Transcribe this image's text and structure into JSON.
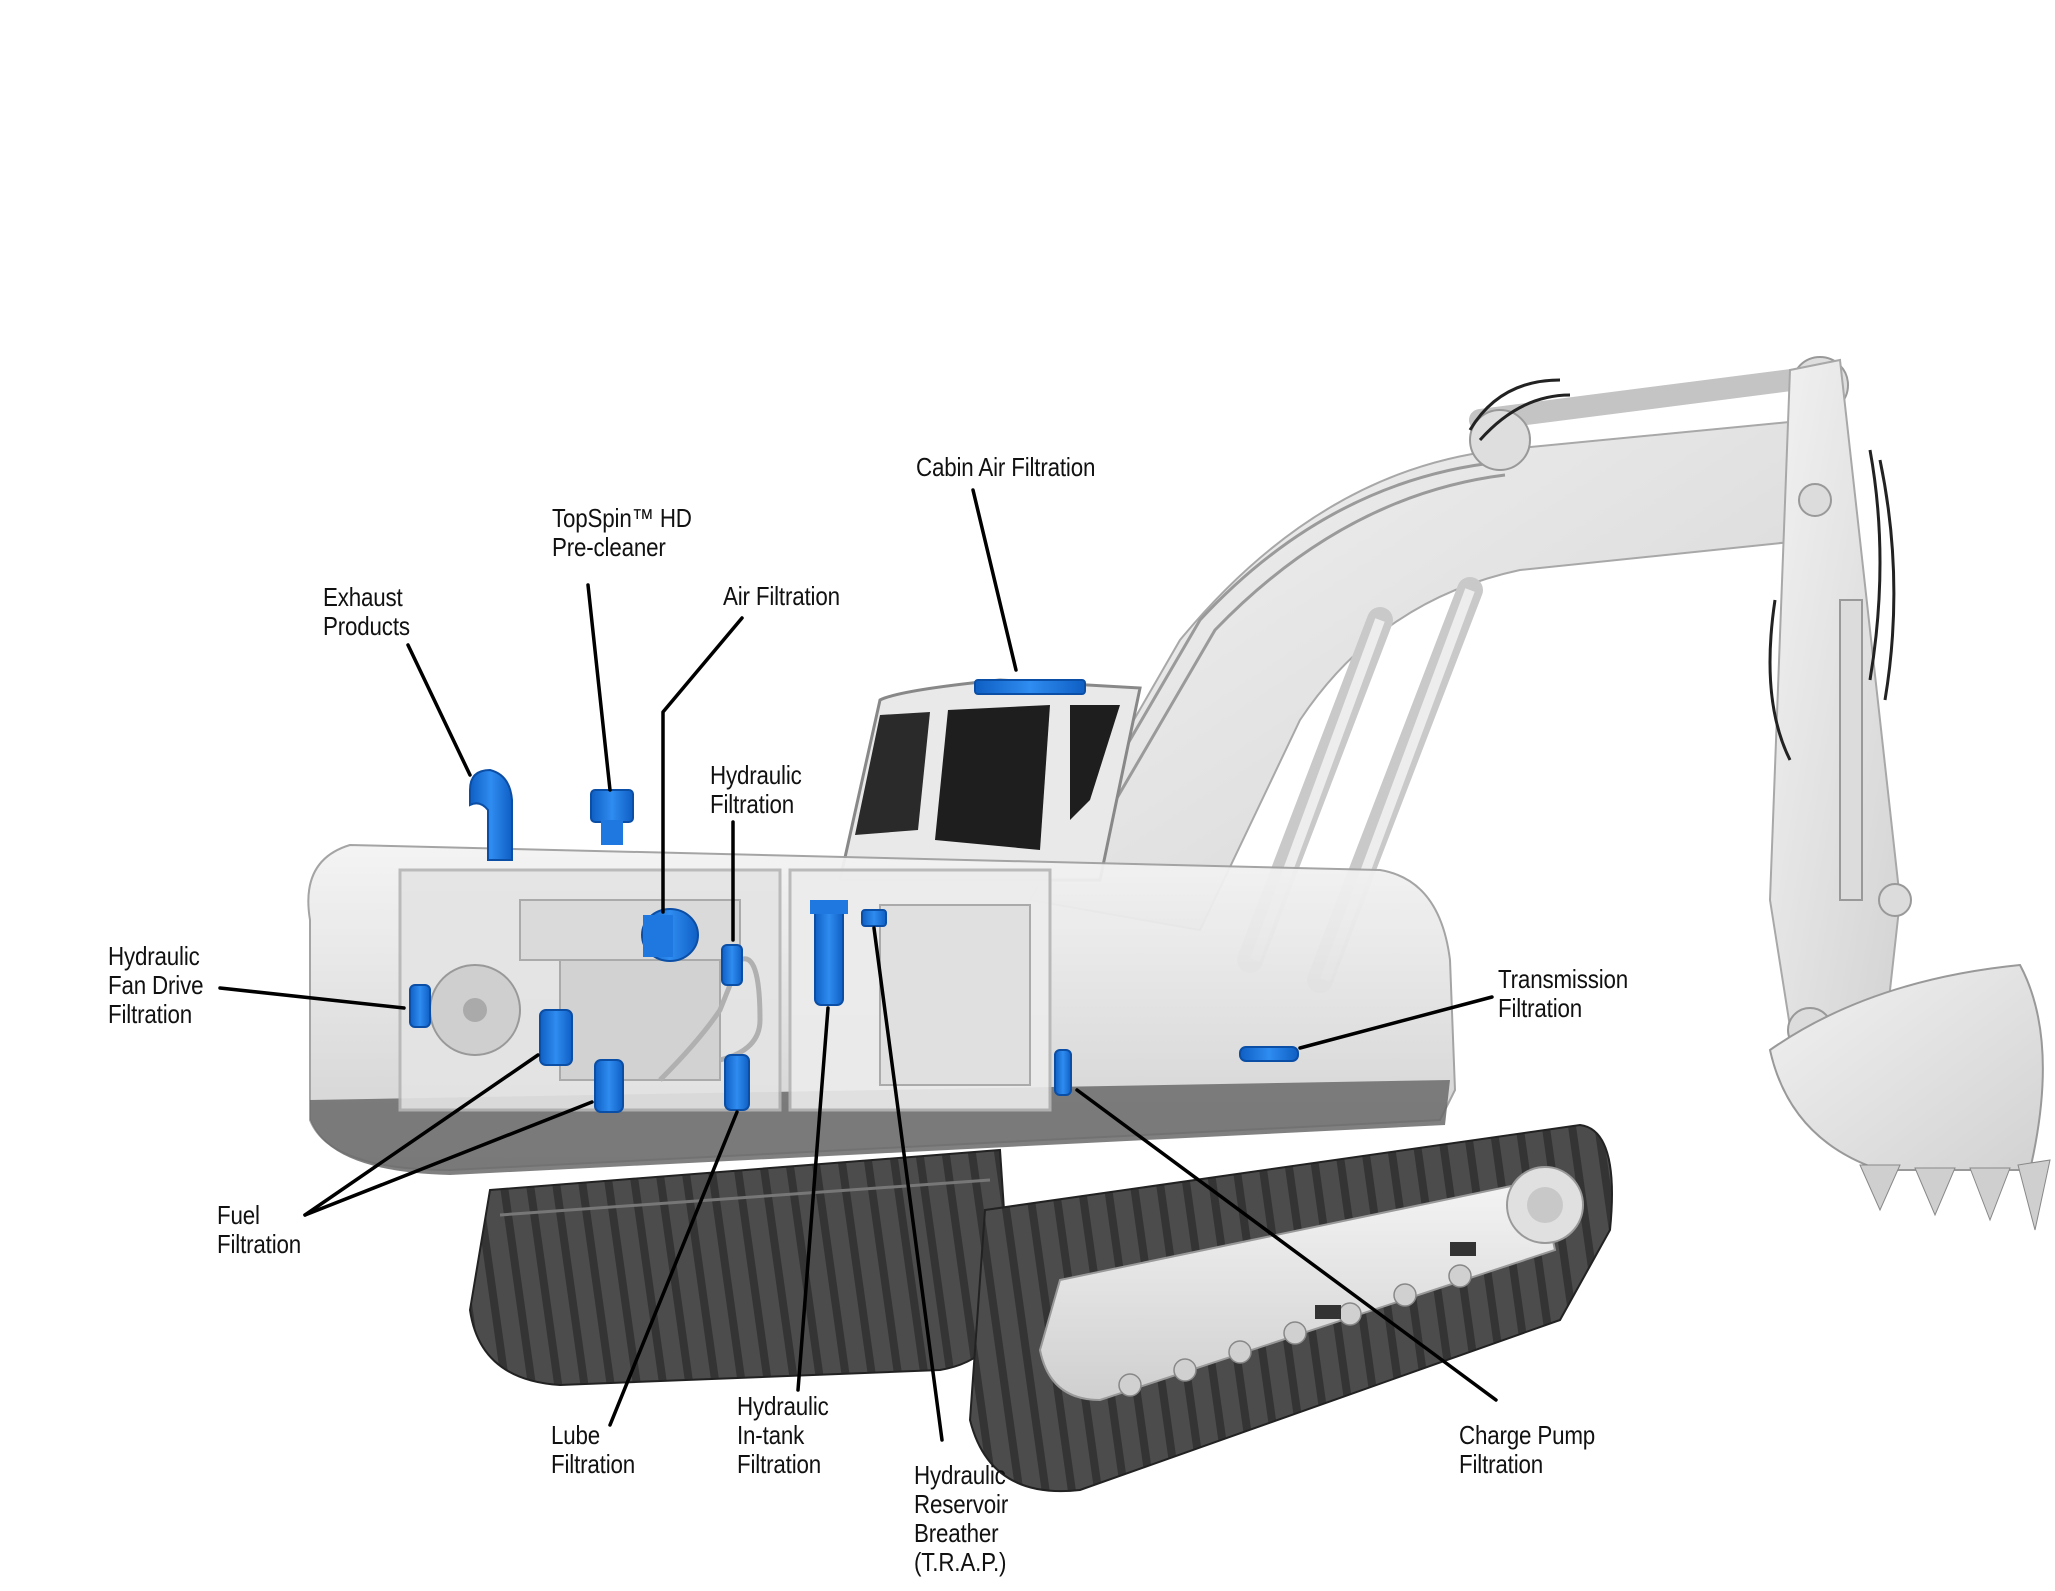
{
  "colors": {
    "filter_blue": "#1f78e0",
    "filter_blue_dark": "#0f5fc4",
    "body_light": "#ececec",
    "body_mid": "#d6d6d6",
    "track_dark": "#3a3a3a",
    "leader_line": "#000000"
  },
  "labels": {
    "cabin_air": {
      "lines": [
        "Cabin Air Filtration"
      ]
    },
    "topspin": {
      "lines": [
        "TopSpin™ HD",
        "Pre-cleaner"
      ]
    },
    "air": {
      "lines": [
        "Air Filtration"
      ]
    },
    "exhaust": {
      "lines": [
        "Exhaust",
        "Products"
      ]
    },
    "hydraulic": {
      "lines": [
        "Hydraulic",
        "Filtration"
      ]
    },
    "fan_drive": {
      "lines": [
        "Hydraulic",
        "Fan Drive",
        "Filtration"
      ]
    },
    "transmission": {
      "lines": [
        "Transmission",
        "Filtration"
      ]
    },
    "fuel": {
      "lines": [
        "Fuel",
        "Filtration"
      ]
    },
    "lube": {
      "lines": [
        "Lube",
        "Filtration"
      ]
    },
    "in_tank": {
      "lines": [
        "Hydraulic",
        "In-tank",
        "Filtration"
      ]
    },
    "breather": {
      "lines": [
        "Hydraulic",
        "Reservoir",
        "Breather",
        "(T.R.A.P.)"
      ]
    },
    "charge_pump": {
      "lines": [
        "Charge Pump",
        "Filtration"
      ]
    }
  }
}
